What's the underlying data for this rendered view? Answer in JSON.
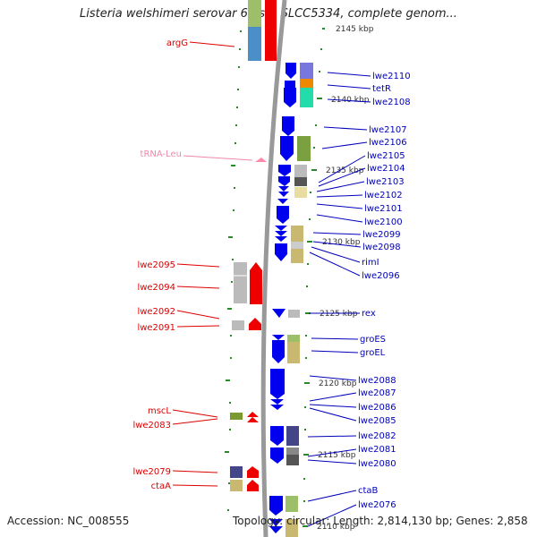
{
  "title": "Listeria welshimeri serovar 6b str. SLCC5334, complete genom...",
  "footer": {
    "accession": "Accession: NC_008555",
    "topology": "Topology: circular; Length: 2,814,130 bp; Genes: 2,858"
  },
  "colors": {
    "left_label": "#dd0000",
    "right_label": "#0000bb",
    "trna_label": "#ee88aa",
    "backbone": "#888888",
    "tick": "#228822",
    "reverse_strand": "#ff0000",
    "forward_strand": "#0000ff"
  },
  "kbp_labels": [
    "2145 kbp",
    "2140 kbp",
    "2135 kbp",
    "2130 kbp",
    "2125 kbp",
    "2120 kbp",
    "2115 kbp",
    "2110 kbp"
  ],
  "left_genes": [
    "argG",
    "lwe2095",
    "lwe2094",
    "lwe2092",
    "lwe2091",
    "mscL",
    "lwe2083",
    "lwe2079",
    "ctaA"
  ],
  "trna_genes": [
    "tRNA-Leu"
  ],
  "right_genes": [
    "lwe2110",
    "tetR",
    "lwe2108",
    "lwe2107",
    "lwe2106",
    "lwe2105",
    "lwe2104",
    "lwe2103",
    "lwe2102",
    "lwe2101",
    "lwe2100",
    "lwe2099",
    "lwe2098",
    "rimI",
    "lwe2096",
    "rex",
    "groES",
    "groEL",
    "lwe2088",
    "lwe2087",
    "lwe2086",
    "lwe2085",
    "lwe2082",
    "lwe2081",
    "lwe2080",
    "ctaB",
    "lwe2076"
  ]
}
